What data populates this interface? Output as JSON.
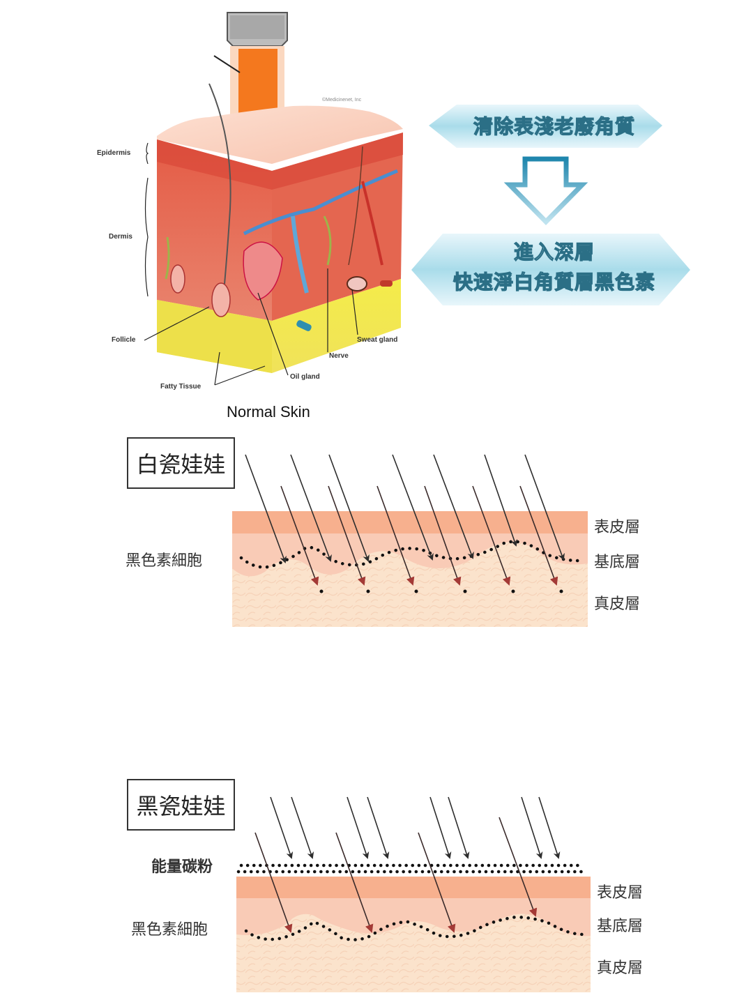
{
  "skin_illustration": {
    "caption": "Normal Skin",
    "watermark": "©Medicinenet, Inc",
    "labels": {
      "epidermis": "Epidermis",
      "dermis": "Dermis",
      "follicle": "Follicle",
      "fatty_tissue": "Fatty Tissue",
      "oil_gland": "Oil gland",
      "nerve": "Nerve",
      "sweat_gland": "Sweat gland"
    }
  },
  "process_flow": {
    "step1": "清除表淺老廢角質",
    "step2_line1": "進入深層",
    "step2_line2": "快速淨白角質層黑色素",
    "colors": {
      "banner": "#a9dcea",
      "arrow": "#2b8fb3"
    }
  },
  "diagram_white": {
    "title": "白瓷娃娃",
    "melanocyte_label": "黑色素細胞",
    "layers": [
      "表皮層",
      "基底層",
      "真皮層"
    ]
  },
  "diagram_black": {
    "title": "黑瓷娃娃",
    "carbon_label": "能量碳粉",
    "melanocyte_label": "黑色素細胞",
    "layers": [
      "表皮層",
      "基底層",
      "真皮層"
    ]
  },
  "colors": {
    "epidermis_top": "#f7b08e",
    "basal": "#f9cbb6",
    "dermis": "#fbe3cc",
    "arrow_dark": "#2d2d2d",
    "arrow_red": "#a33a36",
    "dot": "#111111"
  }
}
